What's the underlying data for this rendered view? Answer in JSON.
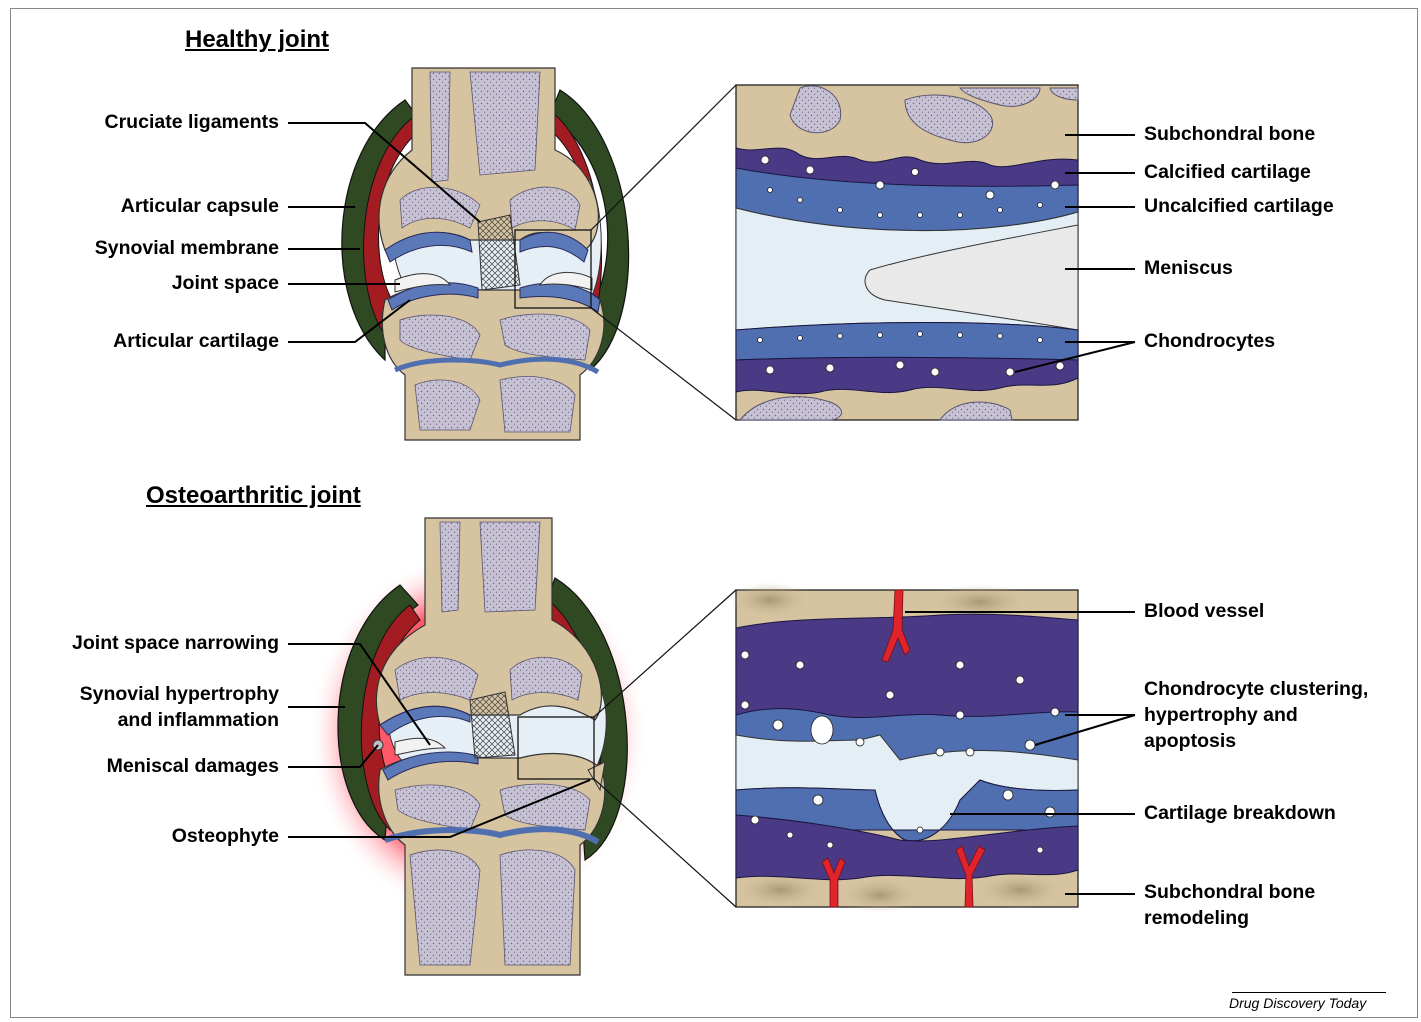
{
  "sections": {
    "healthy_title": "Healthy joint",
    "oa_title": "Osteoarthritic joint"
  },
  "healthy_left_labels": [
    "Cruciate ligaments",
    "Articular capsule",
    "Synovial membrane",
    "Joint space",
    "Articular cartilage"
  ],
  "healthy_right_labels": [
    "Subchondral bone",
    "Calcified cartilage",
    "Uncalcified cartilage",
    "Meniscus",
    "Chondrocytes"
  ],
  "oa_left_labels": [
    "Joint space narrowing",
    "Synovial hypertrophy\nand inflammation",
    "Meniscal damages",
    "Osteophyte"
  ],
  "oa_right_labels": [
    "Blood vessel",
    "Chondrocyte clustering,\nhypertrophy and\napoptosis",
    "Cartilage breakdown",
    "Subchondral bone\nremodeling"
  ],
  "credit": "Drug Discovery Today",
  "colors": {
    "bone": "#d6c3a0",
    "trabecular": "#c9c4d6",
    "cartilage_blue": "#4f6fb0",
    "calcified_purple": "#4a3a86",
    "capsule_green": "#2f4a22",
    "synovium_red": "#a31c22",
    "joint_space": "#e3eef5",
    "vessel_red": "#e0242c",
    "inflammation": "#ff4a5a"
  }
}
